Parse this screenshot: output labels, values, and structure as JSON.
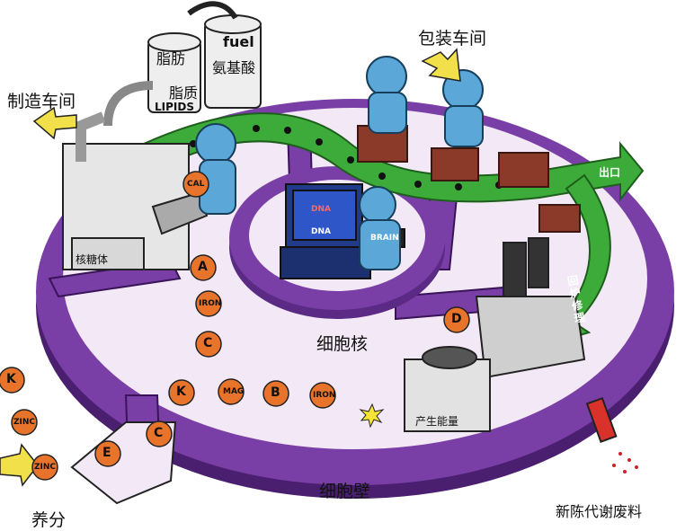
{
  "labels": {
    "manufacturing": "制造车间",
    "packaging": "包装车间",
    "fat": "脂肪",
    "lipid": "脂质",
    "lipids_en": "LIPIDS",
    "fuel": "fuel",
    "amino_acid": "氨基酸",
    "ribosome": "核糖体",
    "nucleus": "细胞核",
    "cell_wall": "细胞壁",
    "nutrients": "养分",
    "exit": "出口",
    "recycle": "回炉修理",
    "energy": "产生能量",
    "waste": "新陈代谢废料"
  },
  "screen_text": {
    "dna1": "DNA",
    "dna2": "DNA",
    "brain": "BRAIN"
  },
  "tokens": {
    "cal": "CAL",
    "a": "A",
    "iron1": "IRON",
    "c1": "C",
    "k1": "K",
    "mag": "MAG",
    "b": "B",
    "iron2": "IRON",
    "d": "D",
    "c2": "C",
    "e": "E",
    "k2": "K",
    "zinc1": "ZINC",
    "zinc2": "ZINC"
  },
  "colors": {
    "wall": "#7a3fa6",
    "wall_dark": "#4a1f70",
    "floor": "#f3e9f6",
    "belt": "#3dab3a",
    "worker": "#5aa7d8",
    "token": "#e8742c",
    "box": "#8b3a2a"
  }
}
